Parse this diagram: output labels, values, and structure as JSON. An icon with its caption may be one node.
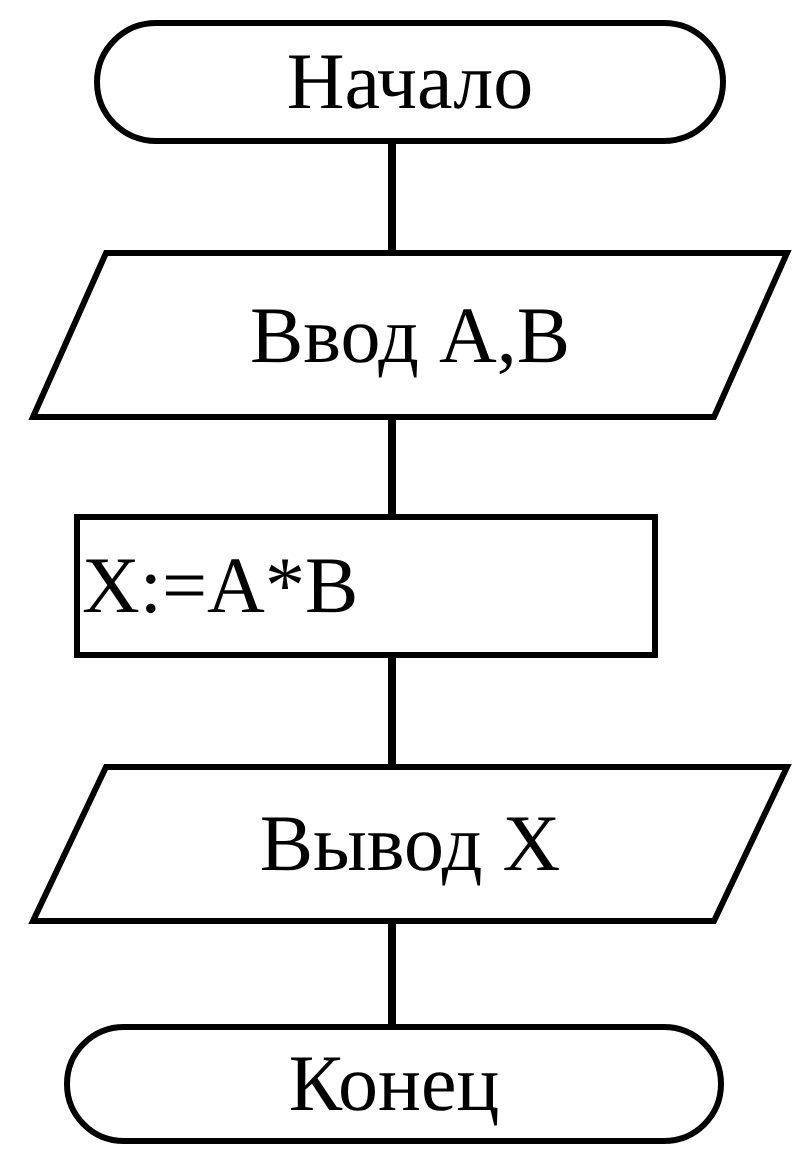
{
  "diagram": {
    "nodes": [
      {
        "text": [
          "Начало"
        ]
      },
      {
        "text": [
          "Ввод A,B"
        ]
      },
      {
        "text": [
          "X:=A*B"
        ]
      },
      {
        "text": [
          "Вывод X"
        ]
      },
      {
        "text": [
          "Конец"
        ]
      }
    ],
    "edges": [
      {
        "from": 0,
        "to": 1,
        "arrow": "none"
      },
      {
        "from": 1,
        "to": 2,
        "arrow": "none"
      },
      {
        "from": 2,
        "to": 3,
        "arrow": "none"
      },
      {
        "from": 3,
        "to": 4,
        "arrow": "none"
      }
    ]
  }
}
